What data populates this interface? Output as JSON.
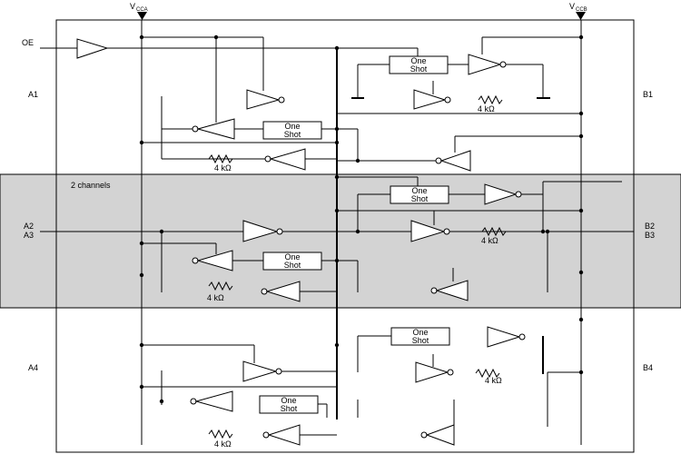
{
  "supplies": {
    "vcca": "V",
    "vcca_sub": "CCA",
    "vccb": "V",
    "vccb_sub": "CCB"
  },
  "pins": {
    "oe": "OE",
    "a1": "A1",
    "a2": "A2",
    "a3": "A3",
    "a4": "A4",
    "b1": "B1",
    "b2": "B2",
    "b3": "B3",
    "b4": "B4"
  },
  "channels_note": "2 channels",
  "one_shot": {
    "line1": "One",
    "line2": "Shot"
  },
  "resistor_value": "4 kΩ",
  "colors": {
    "line": "#000000",
    "band": "#d3d3d3",
    "background": "#ffffff"
  }
}
